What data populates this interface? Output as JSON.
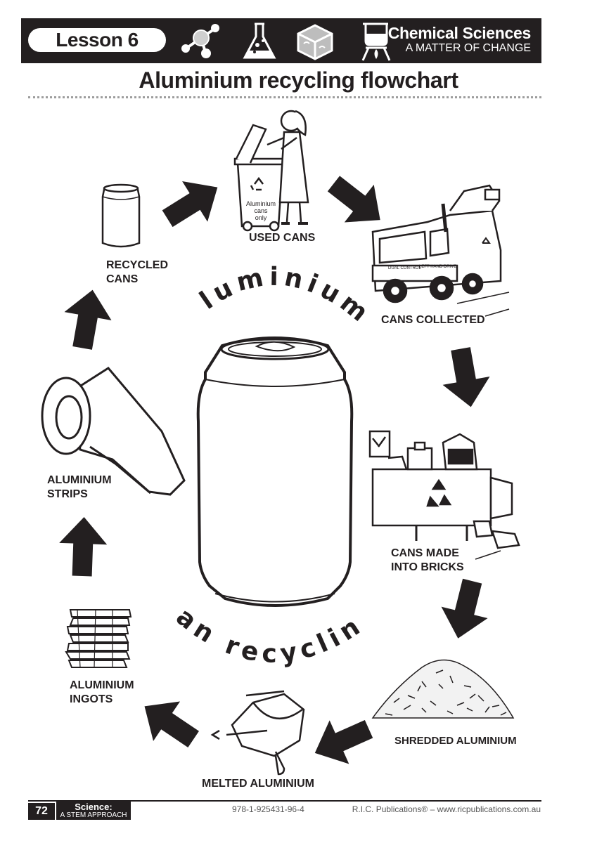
{
  "header": {
    "lesson": "Lesson 6",
    "series_title": "Chemical Sciences",
    "series_subtitle": "A MATTER OF CHANGE",
    "icons": [
      "molecule-icon",
      "flask-icon",
      "ice-cube-icon",
      "beaker-burner-icon"
    ]
  },
  "title": "Aluminium recycling flowchart",
  "arc_text": {
    "top": "Aluminium",
    "bottom": "can recycling"
  },
  "steps": [
    {
      "label": "USED CANS",
      "icon": "recycling-bin-person-icon"
    },
    {
      "label": "CANS COLLECTED",
      "icon": "collection-truck-icon"
    },
    {
      "label_line1": "CANS MADE",
      "label_line2": "INTO BRICKS",
      "icon": "compactor-machine-icon"
    },
    {
      "label": "SHREDDED ALUMINIUM",
      "icon": "shredded-pile-icon"
    },
    {
      "label": "MELTED ALUMINIUM",
      "icon": "crucible-icon"
    },
    {
      "label_line1": "ALUMINIUM",
      "label_line2": "INGOTS",
      "icon": "ingot-stack-icon"
    },
    {
      "label_line1": "ALUMINIUM",
      "label_line2": "STRIPS",
      "icon": "aluminium-roll-icon"
    },
    {
      "label_line1": "RECYCLED",
      "label_line2": "CANS",
      "icon": "small-can-icon"
    }
  ],
  "bin_text": [
    "Aluminium",
    "cans",
    "only"
  ],
  "truck_text": [
    "DUAL CONTROL",
    "LEFT HAND DRIVE"
  ],
  "footer": {
    "page_number": "72",
    "series_name": "Science:",
    "series_tagline": "A STEM APPROACH",
    "isbn": "978-1-925431-96-4",
    "publisher": "R.I.C. Publications® – www.ricpublications.com.au"
  },
  "colors": {
    "ink": "#231f20",
    "paper": "#ffffff"
  }
}
